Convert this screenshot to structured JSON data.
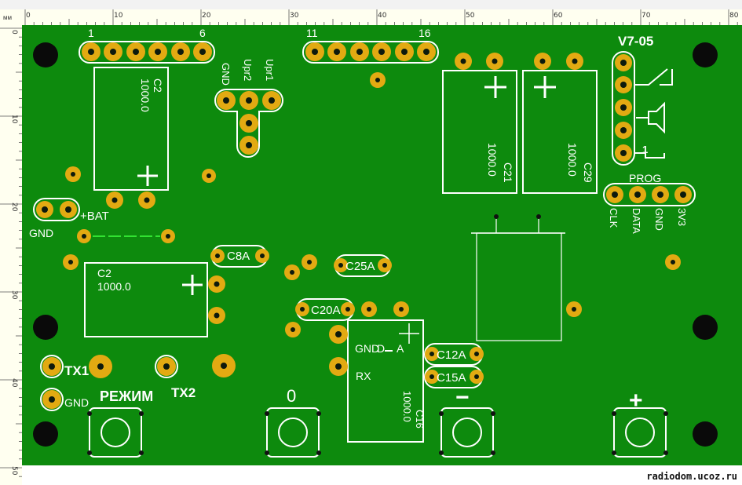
{
  "ruler": {
    "unit": "мм",
    "top_labels": [
      "0",
      "10",
      "20",
      "30",
      "40",
      "50",
      "60",
      "70",
      "80"
    ],
    "left_labels": [
      "0",
      "10",
      "20",
      "30",
      "40",
      "50"
    ]
  },
  "colors": {
    "board": "#0d8a0d",
    "pad": "#e2aa12",
    "silkscreen": "#ffffff",
    "mounting_hole": "#0a0a0a"
  },
  "board": {
    "title": "V7-05",
    "header_left_start": "1",
    "header_left_end": "6",
    "header_right_start": "11",
    "header_right_end": "16",
    "pins_upr": [
      "GND",
      "Upr2",
      "Upr1"
    ],
    "battery_plus": "+BAT",
    "battery_gnd": "GND",
    "cap_top_left": {
      "name": "C2",
      "value": "1000.0"
    },
    "cap_mid_left": {
      "name": "C2",
      "value": "1000.0"
    },
    "cap_c21": {
      "name": "C21",
      "value": "1000.0"
    },
    "cap_c29": {
      "name": "C29",
      "value": "1000.0"
    },
    "cap_c16": {
      "name": "C16",
      "value": "1000.0"
    },
    "c8a": "C8A",
    "c25a": "C25A",
    "c20a": "C20A",
    "c12a": "C12A",
    "c15a": "C15A",
    "prog_label": "PROG",
    "prog_pins": [
      "CLK",
      "DATA",
      "GND",
      "3V3"
    ],
    "conn_pin1": "1",
    "module_pins": [
      "GND",
      "D",
      "A"
    ],
    "module_rx": "RX",
    "tx1": "TX1",
    "tx2": "TX2",
    "gnd_bottom": "GND",
    "button_mode": "РЕЖИМ",
    "button_zero": "0",
    "button_minus": "−",
    "button_plus": "+",
    "watermark": "radiodom.ucoz.ru"
  }
}
